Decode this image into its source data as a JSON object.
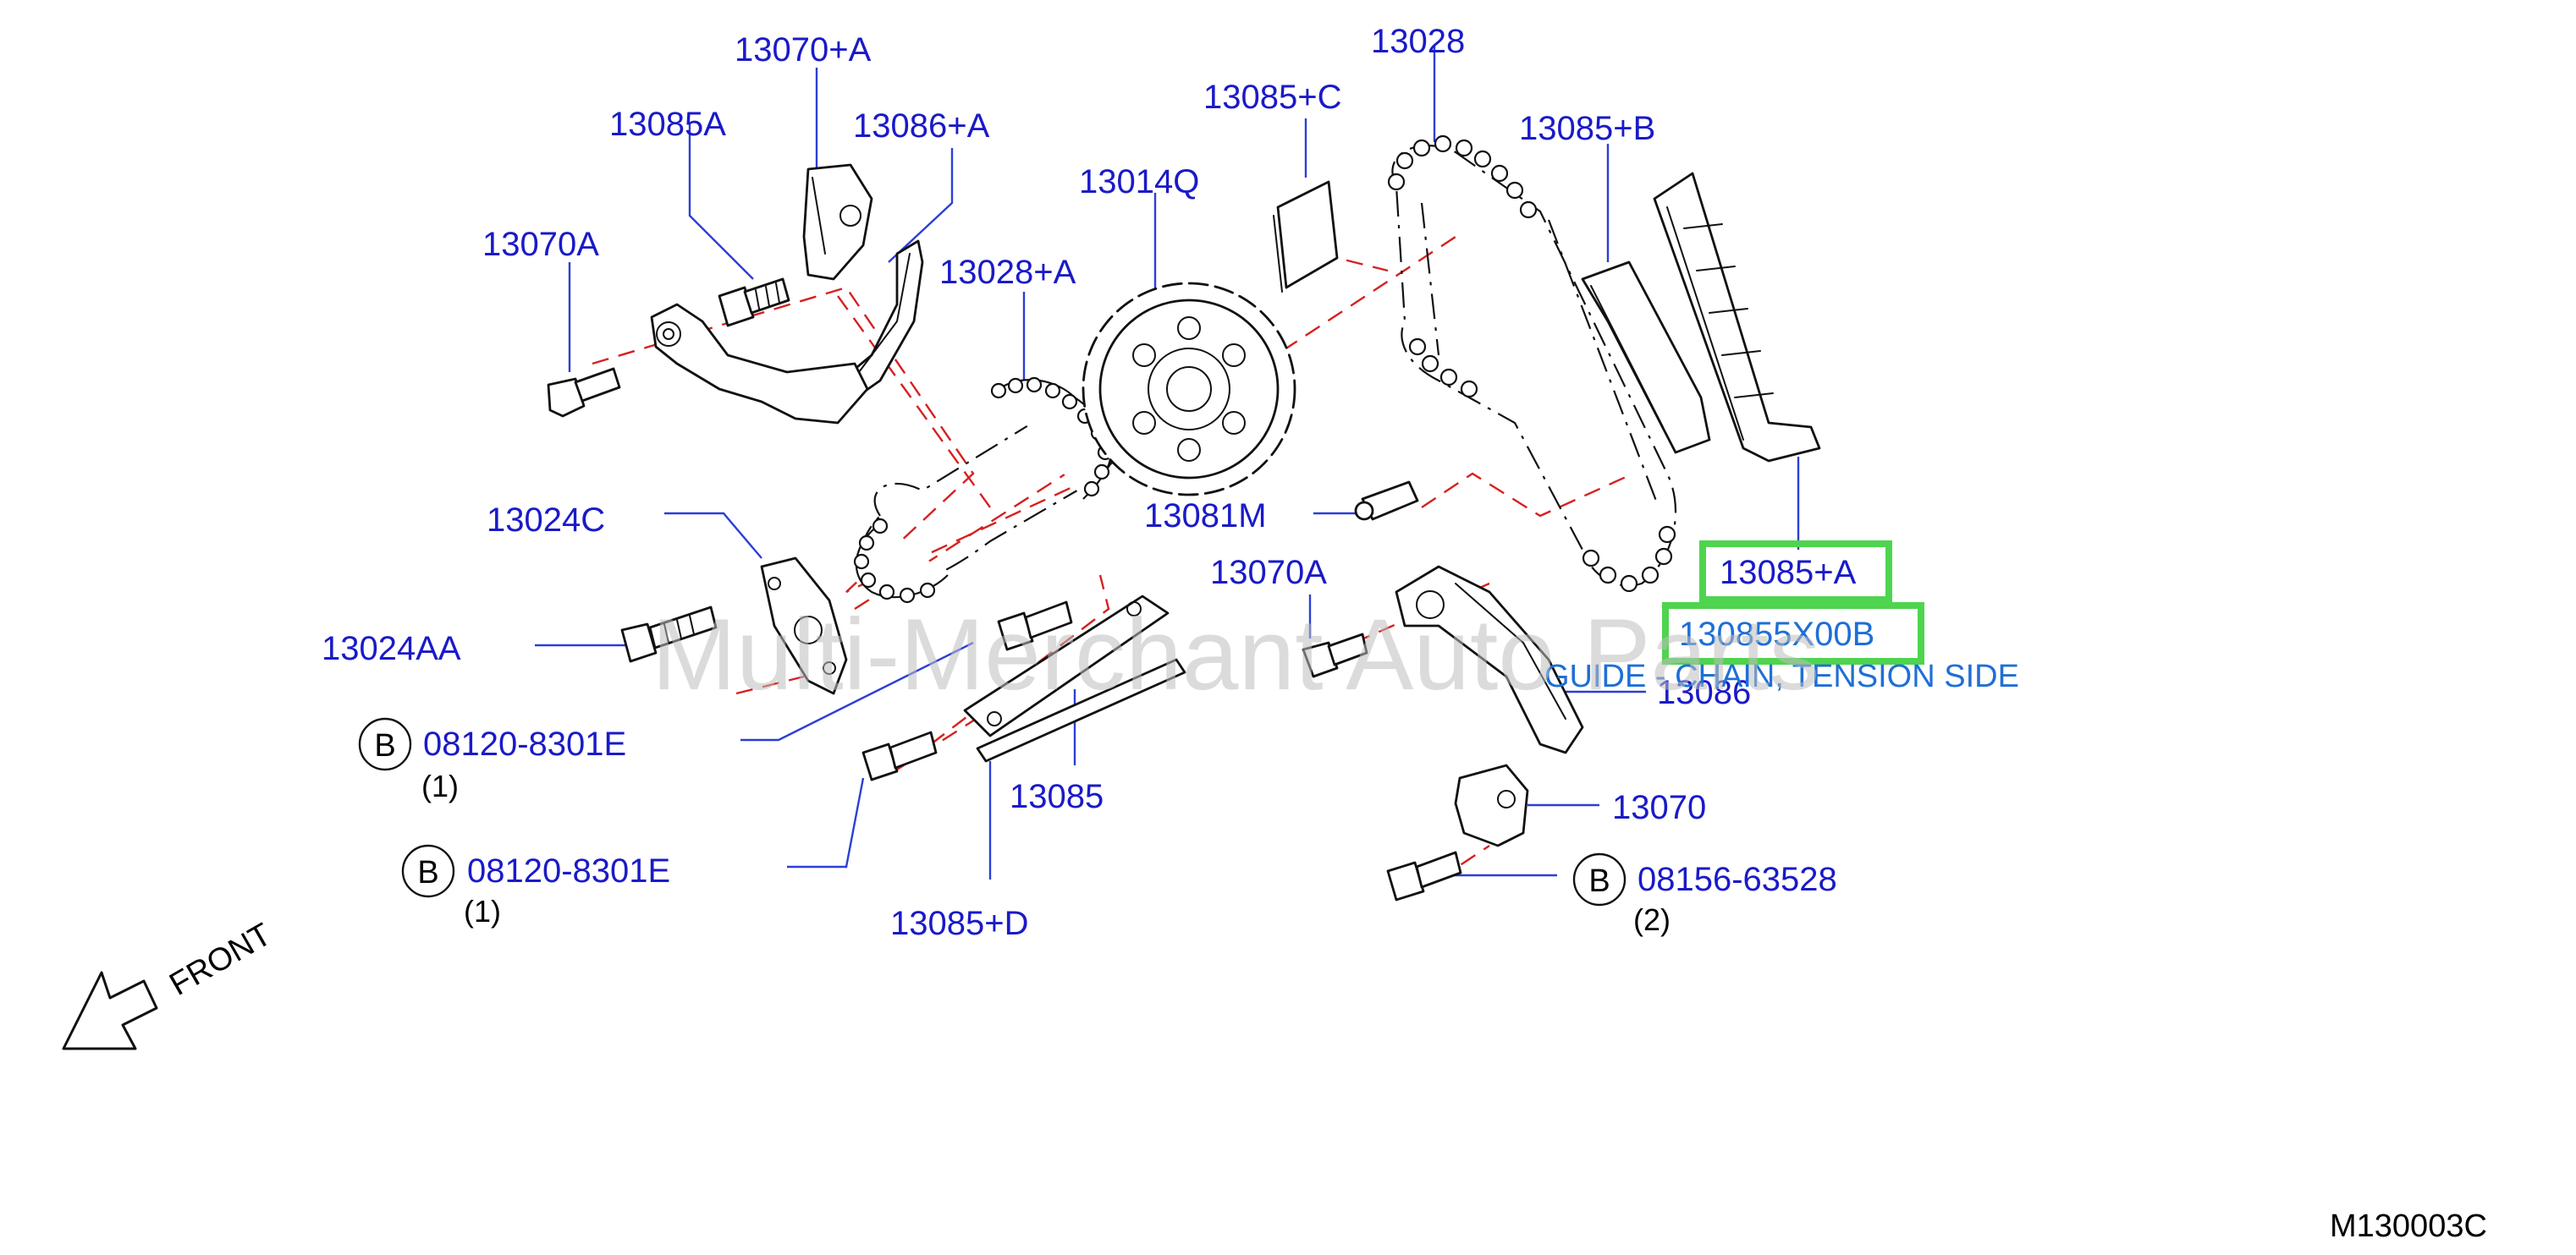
{
  "parts": {
    "p13070A_top": "13070+A",
    "p13085A": "13085A",
    "p13086A": "13086+A",
    "p13070A_left": "13070A",
    "p13028A": "13028+A",
    "p13014Q": "13014Q",
    "p13085C": "13085+C",
    "p13028": "13028",
    "p13085B": "13085+B",
    "p13024C": "13024C",
    "p13024AA": "13024AA",
    "p13081M": "13081M",
    "p13085A_hl": "13085+A",
    "p130855X00B": "130855X00B",
    "p13070A_mid": "13070A",
    "p13086": "13086",
    "p13085": "13085",
    "p13085D": "13085+D",
    "p13070": "13070",
    "bolt1": "08120-8301E",
    "bolt1_qty": "(1)",
    "bolt2": "08120-8301E",
    "bolt2_qty": "(1)",
    "bolt3": "08156-63528",
    "bolt3_qty": "(2)"
  },
  "symbol_b": "B",
  "description": "GUIDE - CHAIN, TENSION SIDE",
  "front_label": "FRONT",
  "diagram_code": "M130003C",
  "watermark": "Multi-Merchant Auto Parts",
  "colors": {
    "label": "#1a1ac8",
    "leader": "#2b3fd6",
    "highlight": "#4fd44f",
    "center_line": "#d62020",
    "description": "#1e6fd6"
  }
}
